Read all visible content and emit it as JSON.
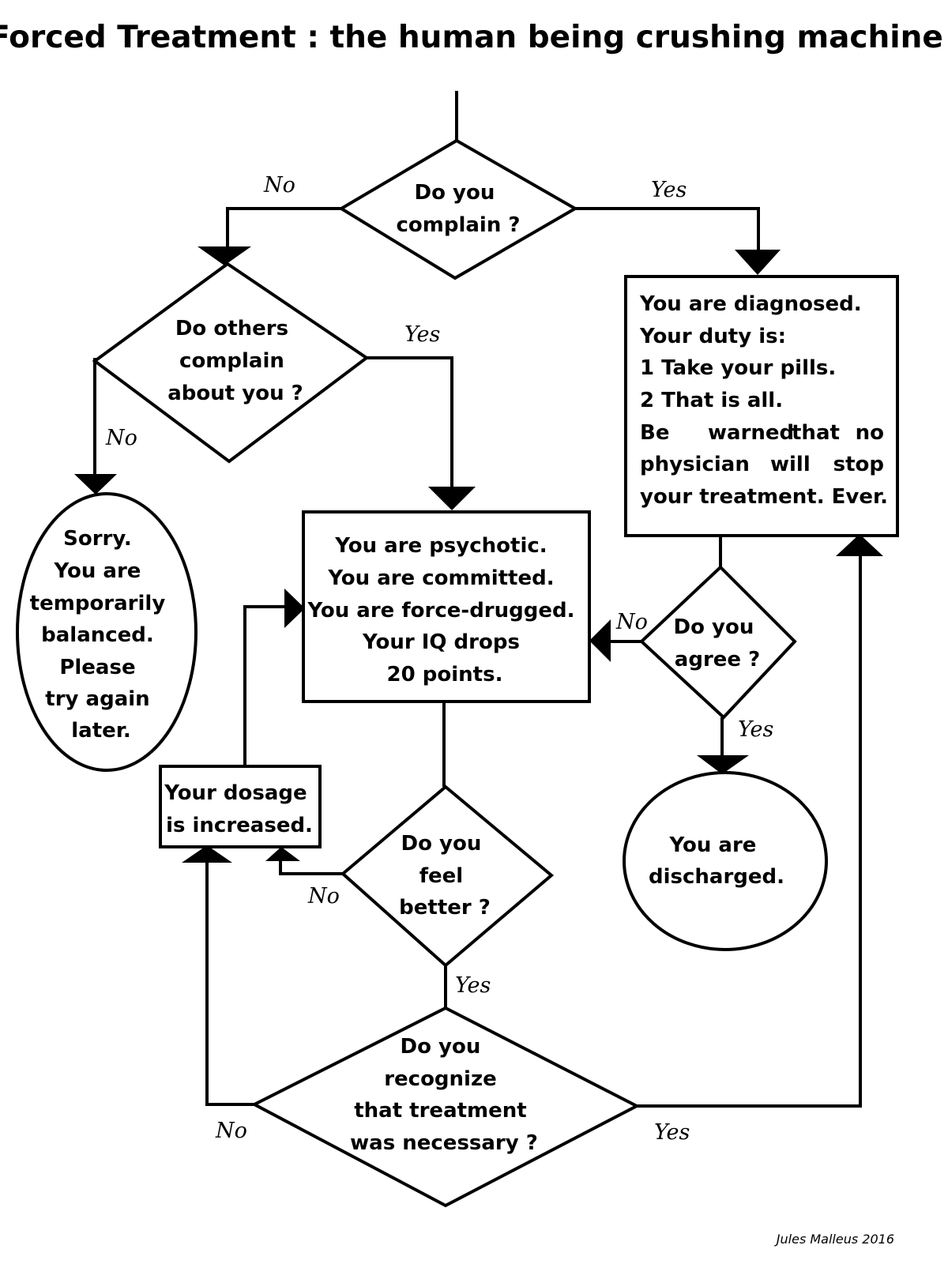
{
  "title": "Forced Treatment : the human being crushing machine",
  "nodes": {
    "complain": [
      "Do you",
      "complain ?"
    ],
    "others": [
      "Do others",
      "complain",
      "about you ?"
    ],
    "sorry": [
      "Sorry.",
      "You are",
      "temporarily",
      "balanced.",
      "Please",
      "try again",
      "later."
    ],
    "psychotic": [
      "You are psychotic.",
      "You are committed.",
      "You are force-drugged.",
      "Your IQ drops",
      "20 points."
    ],
    "diagnosed": [
      "You are diagnosed.",
      "Your duty is:",
      "1 Take your pills.",
      "2 That is all."
    ],
    "diagnosed_justified": [
      [
        "Be",
        "warned",
        "that",
        "no"
      ],
      [
        "physician",
        "will",
        "stop"
      ],
      [
        "your treatment. Ever."
      ]
    ],
    "agree": [
      "Do you",
      "agree ?"
    ],
    "discharged": [
      "You are",
      "discharged."
    ],
    "dosage": [
      "Your dosage",
      "is increased."
    ],
    "better": [
      "Do you",
      "feel",
      "better ?"
    ],
    "recognize": [
      "Do you",
      "recognize",
      "that treatment",
      "was necessary ?"
    ]
  },
  "labels": {
    "complain_no": "No",
    "complain_yes": "Yes",
    "others_yes": "Yes",
    "others_no": "No",
    "agree_no": "No",
    "agree_yes": "Yes",
    "better_no": "No",
    "better_yes": "Yes",
    "recognize_no": "No",
    "recognize_yes": "Yes"
  },
  "credit": "Jules Malleus 2016"
}
